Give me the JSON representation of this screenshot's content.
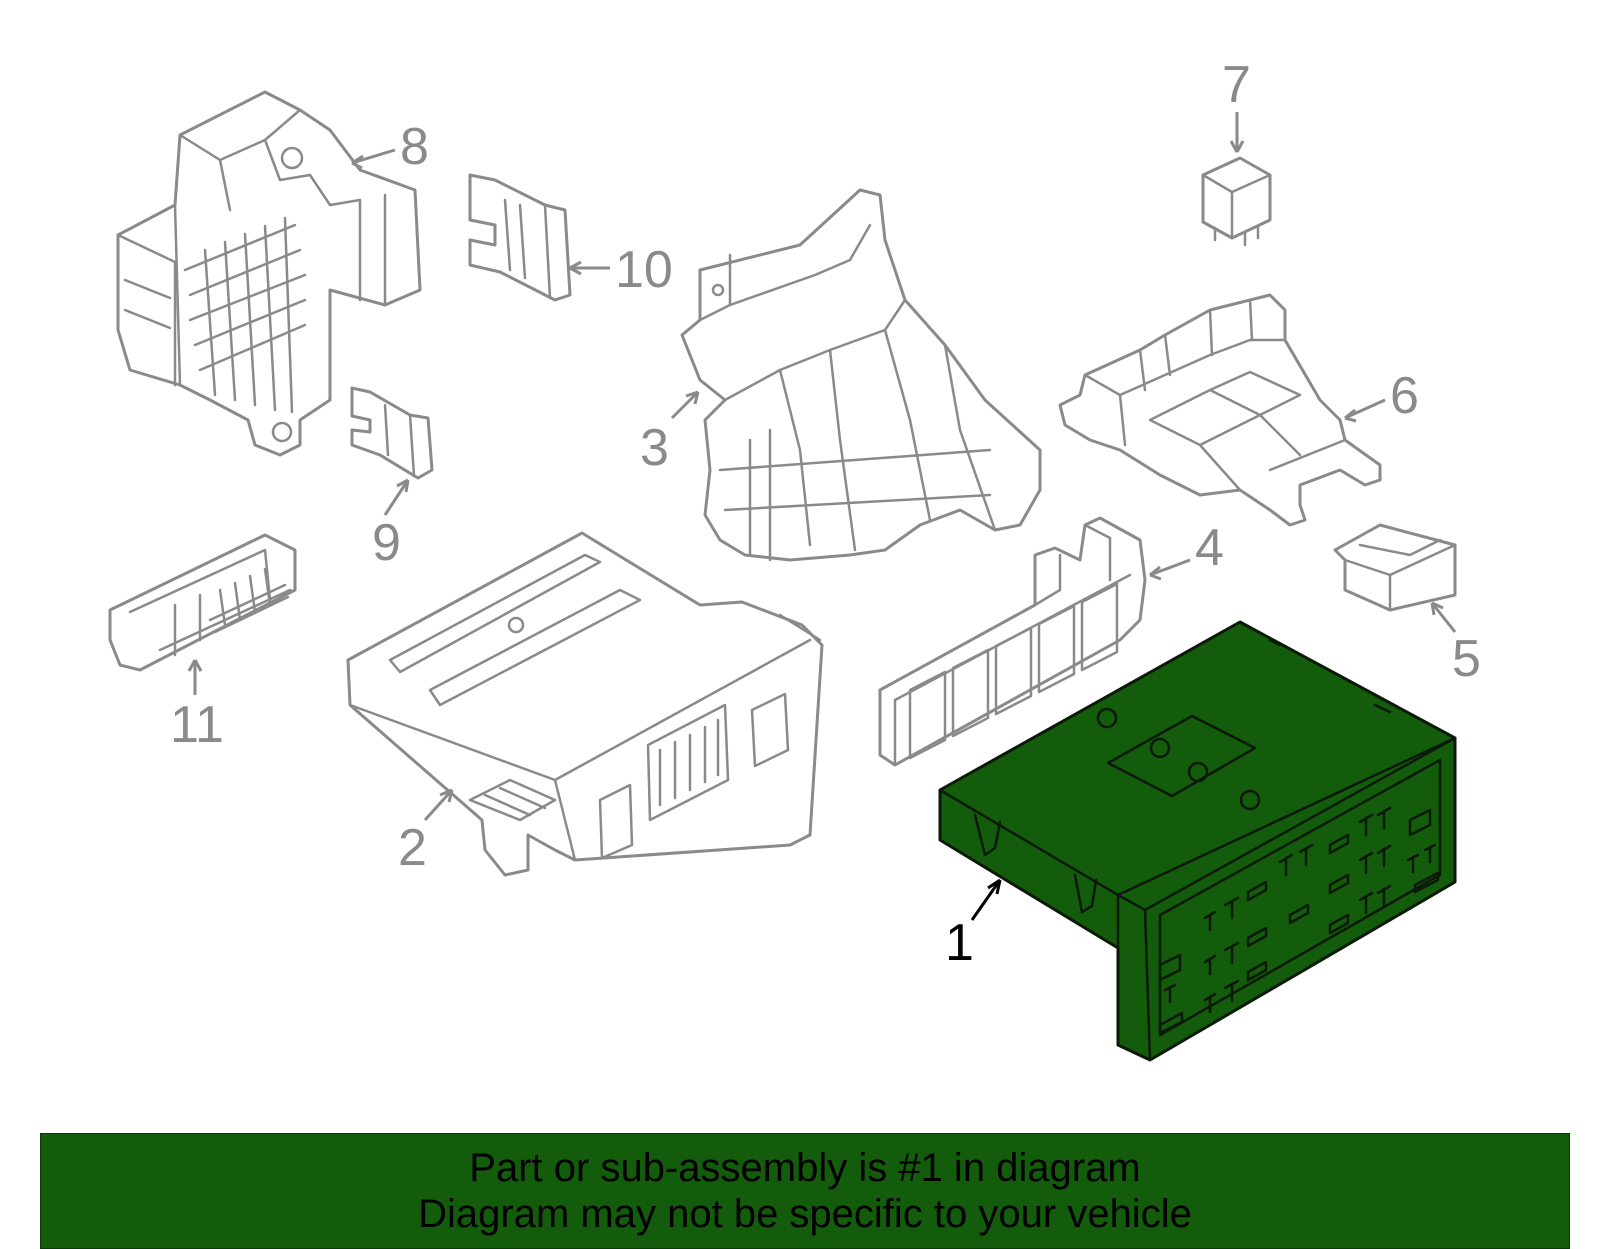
{
  "callouts": [
    {
      "label": "1",
      "highlight": true
    },
    {
      "label": "2",
      "highlight": false
    },
    {
      "label": "3",
      "highlight": false
    },
    {
      "label": "4",
      "highlight": false
    },
    {
      "label": "5",
      "highlight": false
    },
    {
      "label": "6",
      "highlight": false
    },
    {
      "label": "7",
      "highlight": false
    },
    {
      "label": "8",
      "highlight": false
    },
    {
      "label": "9",
      "highlight": false
    },
    {
      "label": "10",
      "highlight": false
    },
    {
      "label": "11",
      "highlight": false
    }
  ],
  "banner": {
    "line1": "Part or sub-assembly is #1 in diagram",
    "line2": "Diagram may not be specific to your vehicle",
    "background_color": "#135c0b"
  },
  "colors": {
    "highlight_part": "#135c0b",
    "other_parts": "#8a8a8a"
  }
}
